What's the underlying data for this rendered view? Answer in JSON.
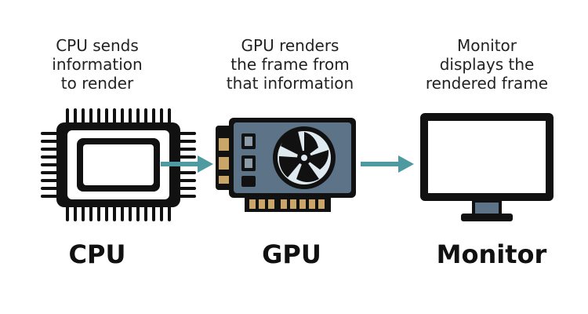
{
  "steps": {
    "cpu": {
      "description": [
        "CPU sends",
        "information",
        "to render"
      ],
      "label": "CPU",
      "icon": "cpu-chip-icon"
    },
    "gpu": {
      "description": [
        "GPU renders",
        "the frame from",
        "that information"
      ],
      "label": "GPU",
      "icon": "graphics-card-icon"
    },
    "monitor": {
      "description": [
        "Monitor",
        "displays the",
        "rendered frame"
      ],
      "label": "Monitor",
      "icon": "monitor-icon"
    }
  },
  "colors": {
    "arrow": "#4e9aa0",
    "outline": "#111111",
    "card_body": "#5d7387",
    "card_detail": "#8a9aa8",
    "fan_blades": "#dfeaf0",
    "contacts": "#c9a56a",
    "monitor_stand": "#5d7387"
  }
}
